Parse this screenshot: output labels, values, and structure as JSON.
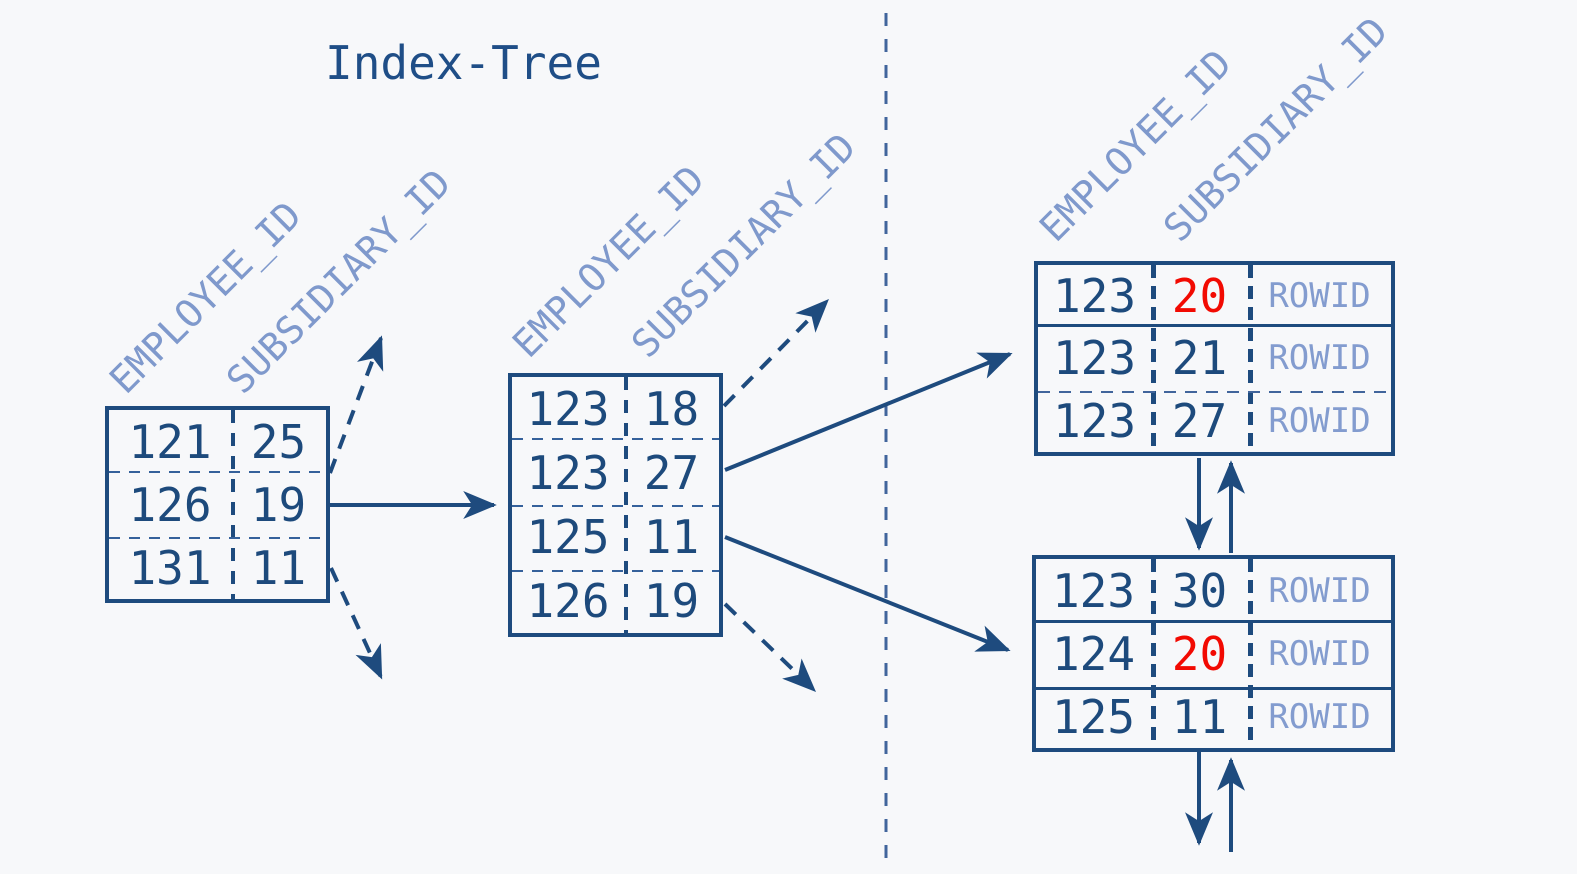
{
  "title": "Index-Tree",
  "column_headers": {
    "employee_id": "EMPLOYEE_ID",
    "subsidiary_id": "SUBSIDIARY_ID"
  },
  "branch_node_left": {
    "rows": [
      {
        "employee_id": "121",
        "subsidiary_id": "25"
      },
      {
        "employee_id": "126",
        "subsidiary_id": "19"
      },
      {
        "employee_id": "131",
        "subsidiary_id": "11"
      }
    ]
  },
  "branch_node_middle": {
    "rows": [
      {
        "employee_id": "123",
        "subsidiary_id": "18"
      },
      {
        "employee_id": "123",
        "subsidiary_id": "27"
      },
      {
        "employee_id": "125",
        "subsidiary_id": "11"
      },
      {
        "employee_id": "126",
        "subsidiary_id": "19"
      }
    ]
  },
  "leaf_node_top": {
    "rows": [
      {
        "employee_id": "123",
        "subsidiary_id": "20",
        "rowid_label": "ROWID",
        "highlighted": true
      },
      {
        "employee_id": "123",
        "subsidiary_id": "21",
        "rowid_label": "ROWID",
        "highlighted": false
      },
      {
        "employee_id": "123",
        "subsidiary_id": "27",
        "rowid_label": "ROWID",
        "highlighted": false
      }
    ]
  },
  "leaf_node_bottom": {
    "rows": [
      {
        "employee_id": "123",
        "subsidiary_id": "30",
        "rowid_label": "ROWID",
        "highlighted": false
      },
      {
        "employee_id": "124",
        "subsidiary_id": "20",
        "rowid_label": "ROWID",
        "highlighted": true
      },
      {
        "employee_id": "125",
        "subsidiary_id": "11",
        "rowid_label": "ROWID",
        "highlighted": false
      }
    ]
  },
  "colors": {
    "dark_blue": "#1e4b7e",
    "light_blue": "#7f99cc",
    "highlight_red": "#f20a02",
    "divider_blue": "#41659c",
    "background": "#f7f8fa"
  }
}
